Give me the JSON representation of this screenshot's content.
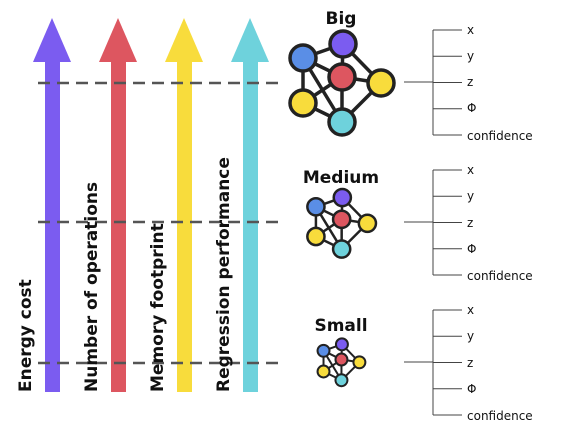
{
  "colors": {
    "purple": "#7b5cf0",
    "red": "#dd5660",
    "yellow": "#f8dc3c",
    "cyan": "#6ed2dc",
    "blue": "#5a8ee6",
    "edge": "#222222",
    "dash": "#555555"
  },
  "arrows": [
    {
      "label": "Energy cost",
      "color": "purple"
    },
    {
      "label": "Number of operations",
      "color": "red"
    },
    {
      "label": "Memory footprint",
      "color": "yellow"
    },
    {
      "label": "Regression performance",
      "color": "cyan"
    }
  ],
  "models": [
    {
      "title": "Big"
    },
    {
      "title": "Medium"
    },
    {
      "title": "Small"
    }
  ],
  "outputs": [
    "x",
    "y",
    "z",
    "Φ",
    "confidence"
  ]
}
